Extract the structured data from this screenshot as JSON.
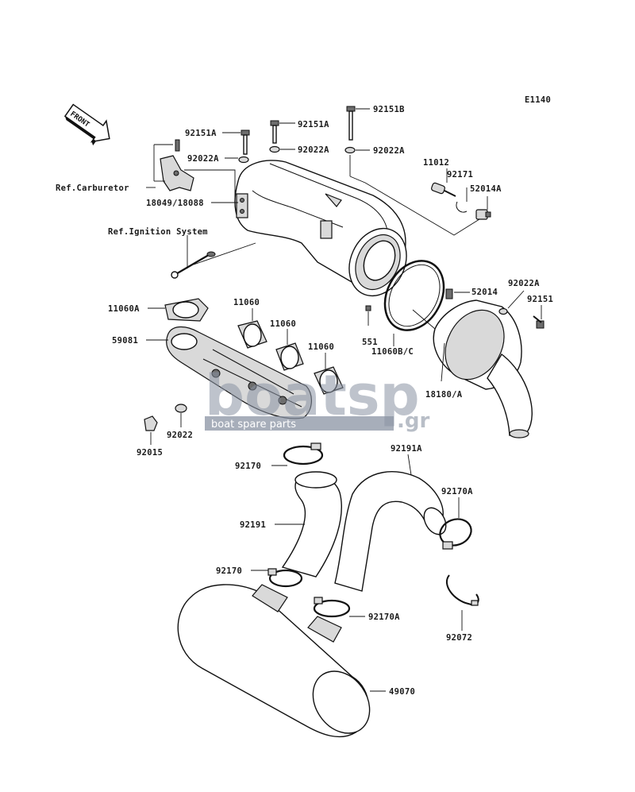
{
  "diagram_id": "E1140",
  "front_arrow_text": "FRONT",
  "references": {
    "carburetor": "Ref.Carburetor",
    "ignition": "Ref.Ignition System"
  },
  "labels": {
    "p92151A_1": "92151A",
    "p92151A_2": "92151A",
    "p92151B": "92151B",
    "p92022A_1": "92022A",
    "p92022A_2": "92022A",
    "p92022A_3": "92022A",
    "p92022A_4": "92022A",
    "p11012": "11012",
    "p92171": "92171",
    "p52014A": "52014A",
    "p18049": "18049/18088",
    "p11060A": "11060A",
    "p11060_1": "11060",
    "p11060_2": "11060",
    "p11060_3": "11060",
    "p59081": "59081",
    "p551": "551",
    "p11060BC": "11060B/C",
    "p52014": "52014",
    "p92151": "92151",
    "p18180A": "18180/A",
    "p92022": "92022",
    "p92015": "92015",
    "p92170_1": "92170",
    "p92191A": "92191A",
    "p92170A_1": "92170A",
    "p92191": "92191",
    "p92170_2": "92170",
    "p92170A_2": "92170A",
    "p92072": "92072",
    "p49070": "49070"
  },
  "watermark": {
    "brand": "boatsp",
    "tld": ".gr",
    "tagline": "boat spare parts"
  }
}
